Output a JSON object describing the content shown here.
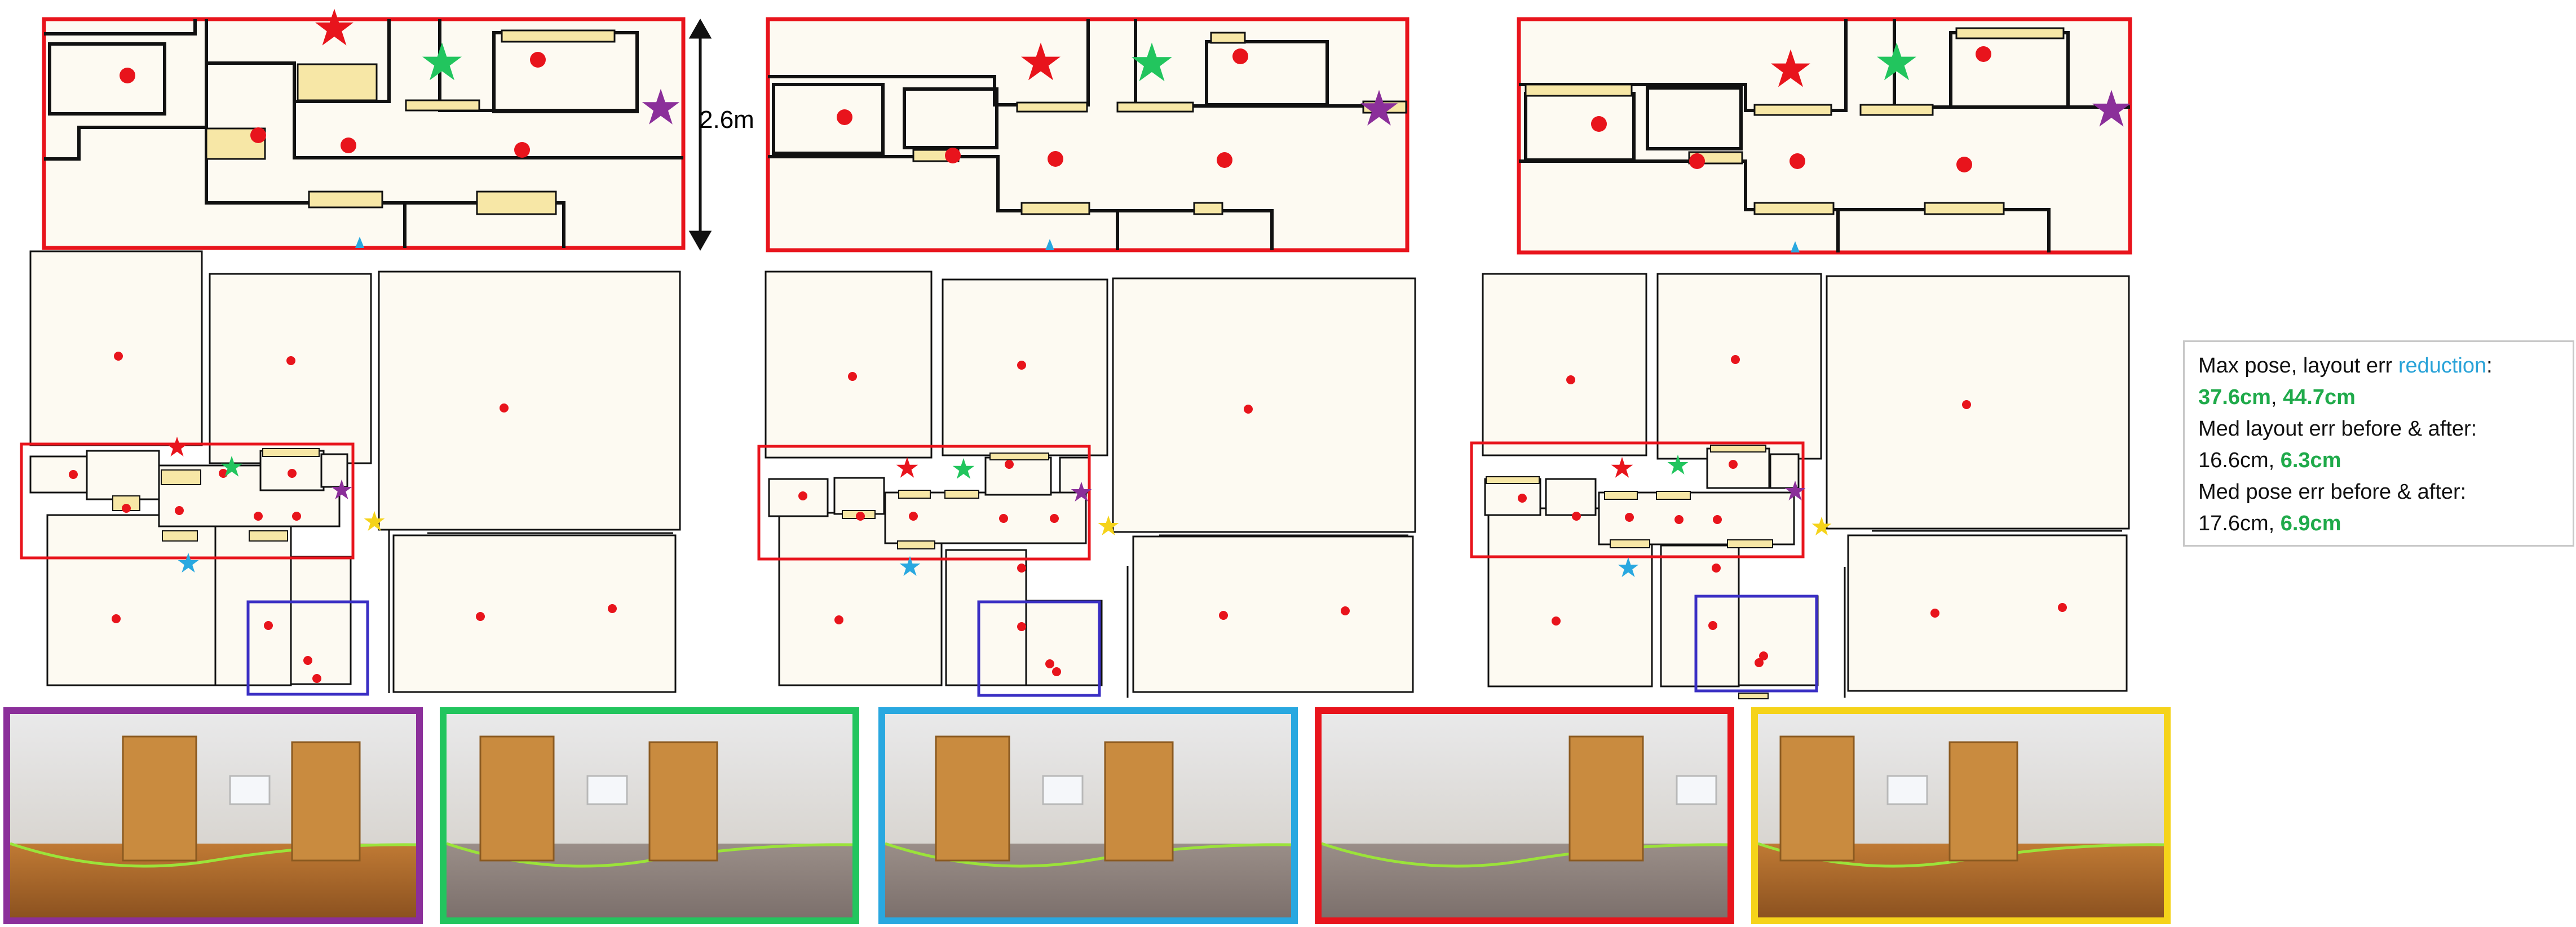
{
  "scale_bar": {
    "label": "2.6m"
  },
  "annotation": {
    "line1_prefix": "Max pose, layout err ",
    "line1_highlight": "reduction",
    "line1_suffix": ":",
    "line2_a": "37.6cm",
    "line2_sep": ", ",
    "line2_b": "44.7cm",
    "line3": "Med layout err before & after:",
    "line4_a": "16.6cm, ",
    "line4_b": "6.3cm",
    "line5": "Med pose err before & after:",
    "line6_a": "17.6cm, ",
    "line6_b": "6.9cm"
  },
  "colors": {
    "room_fill": "#fdfaf2",
    "wall": "#111111",
    "door": "#f7e7a6",
    "highlight_box": "#e8141c",
    "detail_box": "#3a2fc4",
    "point": "#e8141c",
    "star_red": "#e8141c",
    "star_green": "#22c55e",
    "star_purple": "#8b2f9a",
    "star_blue": "#29a8e0",
    "star_yellow": "#f5d31a",
    "accent_green": "#1faa4a",
    "accent_blue": "#2aa3d8"
  },
  "panoramas": [
    {
      "frame": "#8b2f9a"
    },
    {
      "frame": "#22c55e"
    },
    {
      "frame": "#29a8e0"
    },
    {
      "frame": "#e8141c"
    },
    {
      "frame": "#f5d31a"
    }
  ]
}
